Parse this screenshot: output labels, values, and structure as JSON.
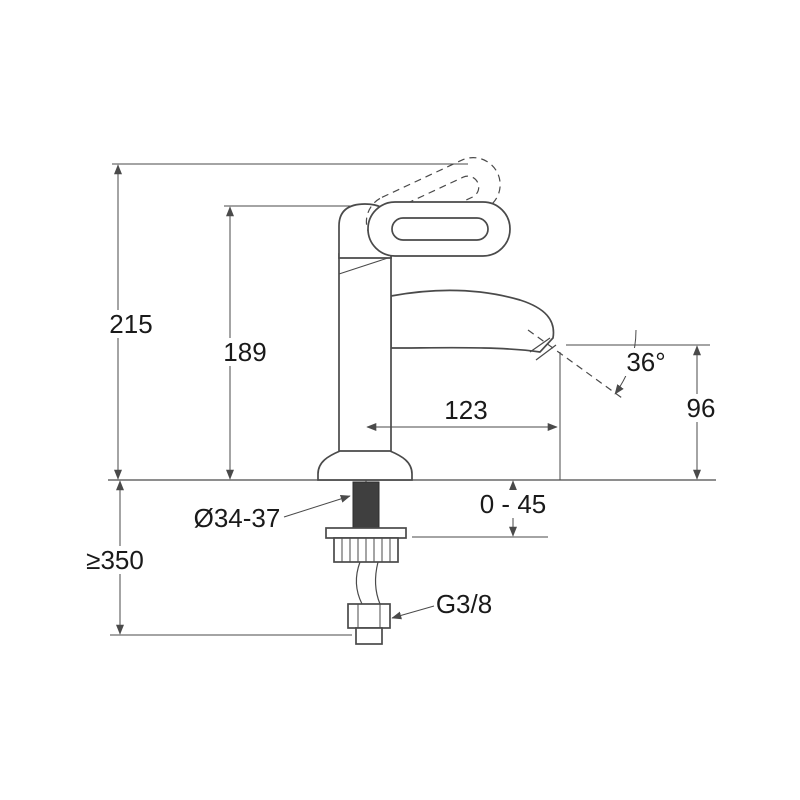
{
  "drawing": {
    "colors": {
      "line": "#4a4a4a",
      "text": "#1a1a1a",
      "background": "#ffffff"
    },
    "labels": {
      "overall_height": "215",
      "body_height": "189",
      "spout_reach": "123",
      "spout_angle": "36°",
      "outlet_height": "96",
      "deck_thickness_range": "0 - 45",
      "hole_diameter": "Ø34-37",
      "min_clearance": "≥350",
      "thread_size": "G3/8"
    }
  }
}
